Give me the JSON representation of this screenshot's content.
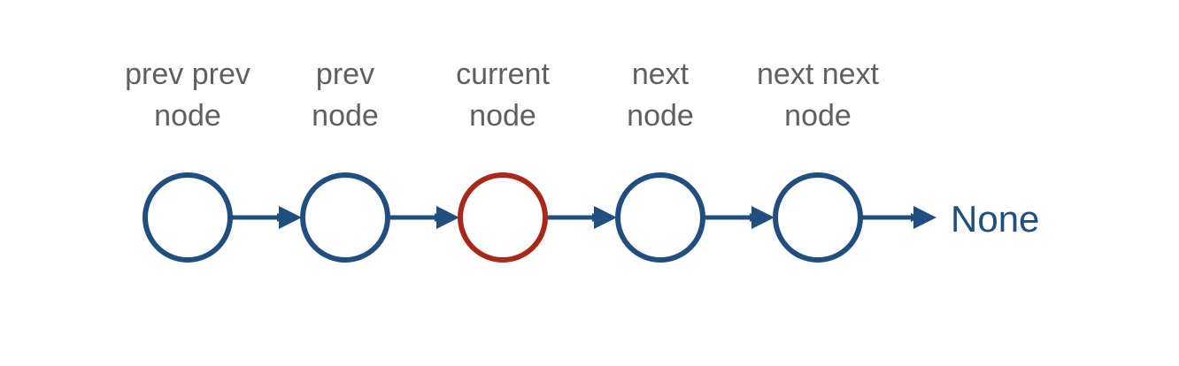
{
  "nodes": [
    {
      "label_line1": "prev prev",
      "label_line2": "node",
      "highlight": false
    },
    {
      "label_line1": "prev",
      "label_line2": "node",
      "highlight": false
    },
    {
      "label_line1": "current",
      "label_line2": "node",
      "highlight": true
    },
    {
      "label_line1": "next",
      "label_line2": "node",
      "highlight": false
    },
    {
      "label_line1": "next next",
      "label_line2": "node",
      "highlight": false
    }
  ],
  "terminal": {
    "label": "None"
  },
  "colors": {
    "node_stroke": "#1f4e7f",
    "highlight_stroke": "#a8291c",
    "arrow": "#1f4e7f",
    "label_text": "#5f5f5f",
    "terminal_text": "#1f4e7f"
  }
}
